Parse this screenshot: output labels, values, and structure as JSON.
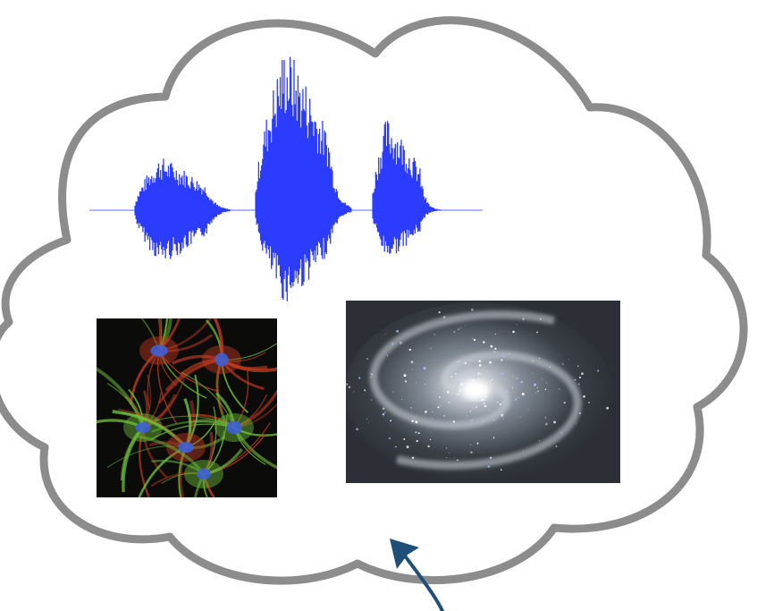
{
  "cloud": {
    "outline_color": "#8c8c8c",
    "fill_color": "#ffffff"
  },
  "waveform": {
    "color": "#2b3cff",
    "bursts": 3
  },
  "cell_image": {
    "icon": "fluorescence-microscopy-cells",
    "colors": {
      "background": "#0b0c0a",
      "cytoskeleton_red": "#c43a22",
      "actin_green": "#6fbf3a",
      "nucleus_blue": "#3e5fd6"
    }
  },
  "galaxy_image": {
    "icon": "spiral-galaxy",
    "colors": {
      "background": "#2c3036",
      "arms": "#cfd5dc",
      "core": "#ffffff"
    }
  },
  "arrow": {
    "color": "#1f4e79"
  }
}
